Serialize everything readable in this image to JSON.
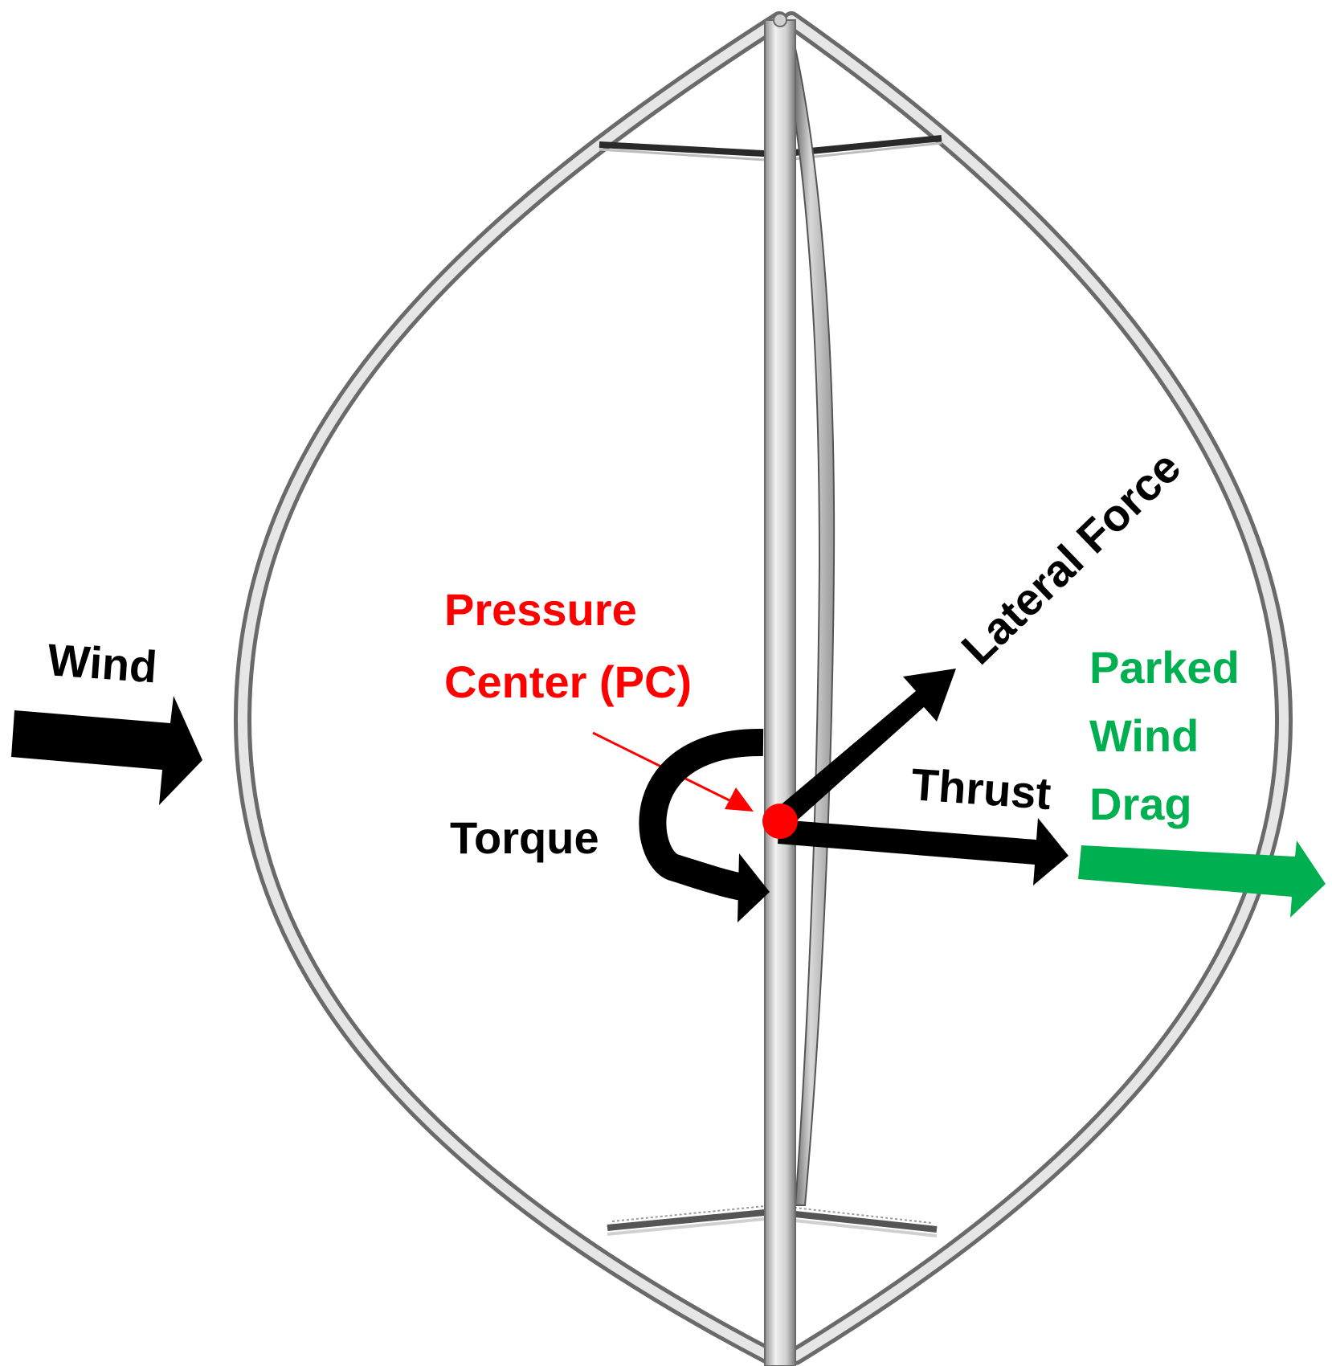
{
  "colors": {
    "force_arrow": "#000000",
    "pressure_center": "#ff0000",
    "drag": "#00b050",
    "frame": "#b8b8b8"
  },
  "labels": {
    "wind": "Wind",
    "pressure_center_line1": "Pressure",
    "pressure_center_line2": "Center (PC)",
    "lateral_force": "Lateral Force",
    "thrust": "Thrust",
    "torque": "Torque",
    "drag_line1": "Parked",
    "drag_line2": "Wind",
    "drag_line3": "Drag"
  }
}
